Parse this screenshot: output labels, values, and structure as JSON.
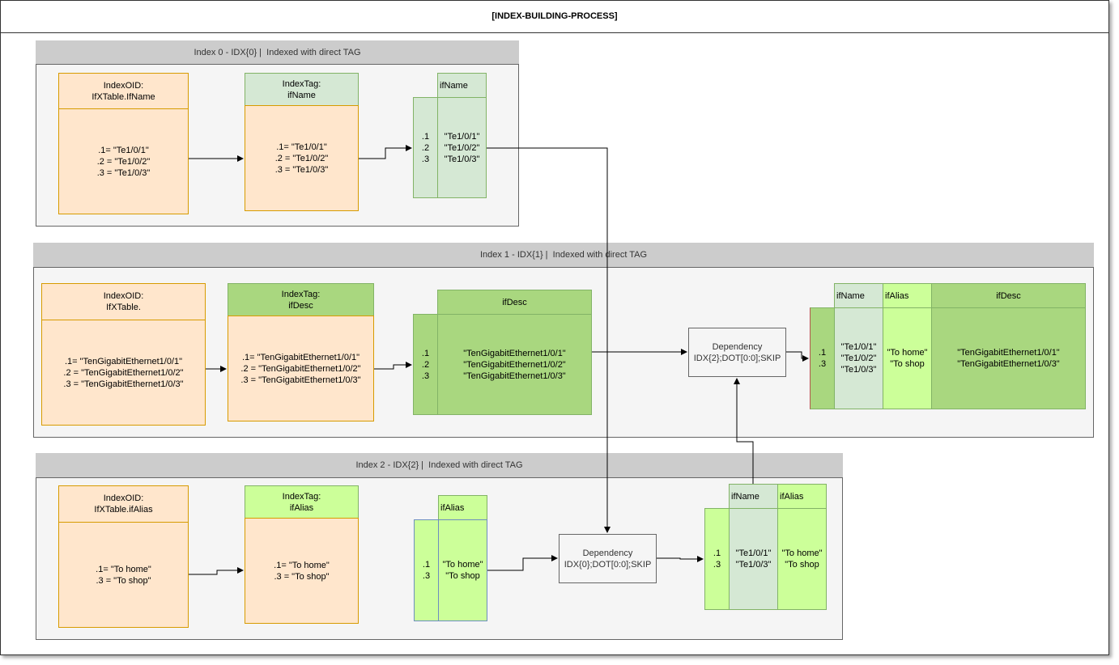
{
  "title": "[INDEX-BUILDING-PROCESS]",
  "index0": {
    "header": "Index 0 - IDX{0} |  Indexed with direct TAG",
    "oid_header": "IndexOID:\nIfXTable.IfName",
    "oid_body": ".1= \"Te1/0/1\"\n.2 = \"Te1/0/2\"\n.3 = \"Te1/0/3\"",
    "tag_header": "IndexTag:\nifName",
    "tag_body": ".1= \"Te1/0/1\"\n.2 = \"Te1/0/2\"\n.3 = \"Te1/0/3\"",
    "table_col": "ifName",
    "table_idx": ".1\n.2\n.3",
    "table_vals": "\"Te1/0/1\"\n\"Te1/0/2\"\n\"Te1/0/3\""
  },
  "index1": {
    "header": "Index 1 - IDX{1} |  Indexed with direct TAG",
    "oid_header": "IndexOID:\nIfXTable.",
    "oid_body": ".1= \"TenGigabitEthernet1/0/1\"\n.2 = \"TenGigabitEthernet1/0/2\"\n.3 = \"TenGigabitEthernet1/0/3\"",
    "tag_header": "IndexTag:\nifDesc",
    "tag_body": ".1= \"TenGigabitEthernet1/0/1\"\n.2 = \"TenGigabitEthernet1/0/2\"\n.3 = \"TenGigabitEthernet1/0/3\"",
    "table_col": "ifDesc",
    "table_idx": ".1\n.2\n.3",
    "table_vals": "\"TenGigabitEthernet1/0/1\"\n\"TenGigabitEthernet1/0/2\"\n\"TenGigabitEthernet1/0/3\"",
    "dependency": "Dependency\nIDX{2};DOT[0:0];SKIP",
    "result": {
      "col_ifname": "ifName",
      "col_ifalias": "ifAlias",
      "col_ifdesc": "ifDesc",
      "idx": ".1\n.3",
      "ifname_vals": "\"Te1/0/1\"\n\"Te1/0/2\"\n\"Te1/0/3\"",
      "ifalias_vals": "\"To home\"\n\"To shop",
      "ifdesc_vals": "\"TenGigabitEthernet1/0/1\"\n\"TenGigabitEthernet1/0/3\""
    }
  },
  "index2": {
    "header": "Index 2 - IDX{2} |  Indexed with direct TAG",
    "oid_header": "IndexOID:\nIfXTable.ifAlias",
    "oid_body": ".1= \"To home\"\n.3 = \"To shop\"",
    "tag_header": "IndexTag:\nifAlias",
    "tag_body": ".1= \"To home\"\n.3 = \"To shop\"",
    "table_col": "ifAlias",
    "table_idx": ".1\n.3",
    "table_vals": "\"To home\"\n\"To shop",
    "dependency": "Dependency\nIDX{0};DOT[0:0];SKIP",
    "result": {
      "col_ifname": "ifName",
      "col_ifalias": "ifAlias",
      "idx": ".1\n.3",
      "ifname_vals": "\"Te1/0/1\"\n\"Te1/0/3\"",
      "ifalias_vals": "\"To home\"\n\"To shop"
    }
  }
}
